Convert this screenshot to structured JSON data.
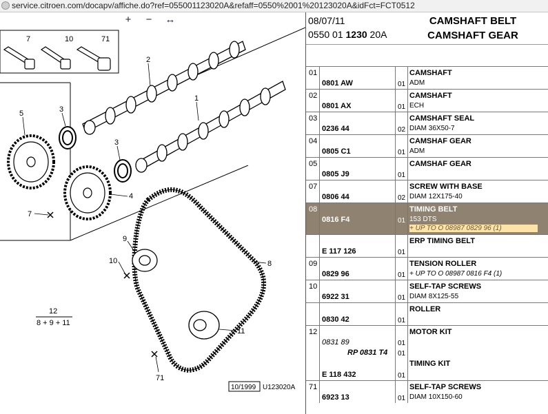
{
  "browser": {
    "url": "service.citroen.com/docapv/affiche.do?ref=055001123020A&refaff=0550%2001%20123020A&idFct=FCT0512"
  },
  "toolbar": {
    "zoom_in": "+",
    "zoom_out": "−",
    "zoom_fit": "↔"
  },
  "header": {
    "date": "08/07/11",
    "ref_a": "0550 01",
    "ref_b": "1230",
    "ref_c": "20A",
    "title1": "CAMSHAFT BELT",
    "title2": "CAMSHAFT GEAR"
  },
  "diagram": {
    "callouts": [
      "7",
      "10",
      "71",
      "2",
      "1",
      "5",
      "3",
      "3",
      "4",
      "7",
      "9",
      "10",
      "8",
      "11",
      "71"
    ],
    "formula_top": "12",
    "formula_bottom": "8 + 9 + 11",
    "date_box": "10/1999",
    "code": "U123020A"
  },
  "rows": [
    {
      "idx": "01",
      "part": "0801 AW",
      "qty": "01",
      "name": "CAMSHAFT",
      "sub": "ADM"
    },
    {
      "idx": "02",
      "part": "0801 AX",
      "qty": "01",
      "name": "CAMSHAFT",
      "sub": "ECH"
    },
    {
      "idx": "03",
      "part": "0236 44",
      "qty": "02",
      "name": "CAMSHAFT SEAL",
      "sub": "DIAM 36X50-7"
    },
    {
      "idx": "04",
      "part": "0805 C1",
      "qty": "01",
      "name": "CAMSHAF GEAR",
      "sub": "ADM"
    },
    {
      "idx": "05",
      "part": "0805 J9",
      "qty": "01",
      "name": "CAMSHAF GEAR",
      "sub": ""
    },
    {
      "idx": "07",
      "part": "0806 44",
      "qty": "02",
      "name": "SCREW WITH BASE",
      "sub": "DIAM 12X175-40"
    },
    {
      "idx": "08",
      "part": "0816 F4",
      "qty": "01",
      "name": "TIMING BELT",
      "sub": "153 DTS",
      "note": "+ UP TO O 08987 0829 96 (1)"
    },
    {
      "idx": "",
      "part": "E 117 126",
      "qty": "01",
      "name": "ERP TIMING BELT",
      "sub": ""
    },
    {
      "idx": "09",
      "part": "0829 96",
      "qty": "01",
      "name": "TENSION ROLLER",
      "note": "+ UP TO O 08987 0816 F4 (1)"
    },
    {
      "idx": "10",
      "part": "6922 31",
      "qty": "01",
      "name": "SELF-TAP SCREWS",
      "sub": "DIAM 8X125-55"
    },
    {
      "idx": "",
      "part": "0830 42",
      "qty": "01",
      "name": "ROLLER",
      "sub": ""
    },
    {
      "idx": "12",
      "part1": "0831 89",
      "part2": "RP 0831 T4",
      "part3": "E 118 432",
      "qty1": "01",
      "qty2": "01",
      "qty3": "01",
      "name": "MOTOR KIT",
      "name2": "TIMING KIT"
    },
    {
      "idx": "71",
      "part": "6923 13",
      "qty": "01",
      "name": "SELF-TAP SCREWS",
      "sub": "DIAM 10X150-60"
    }
  ]
}
